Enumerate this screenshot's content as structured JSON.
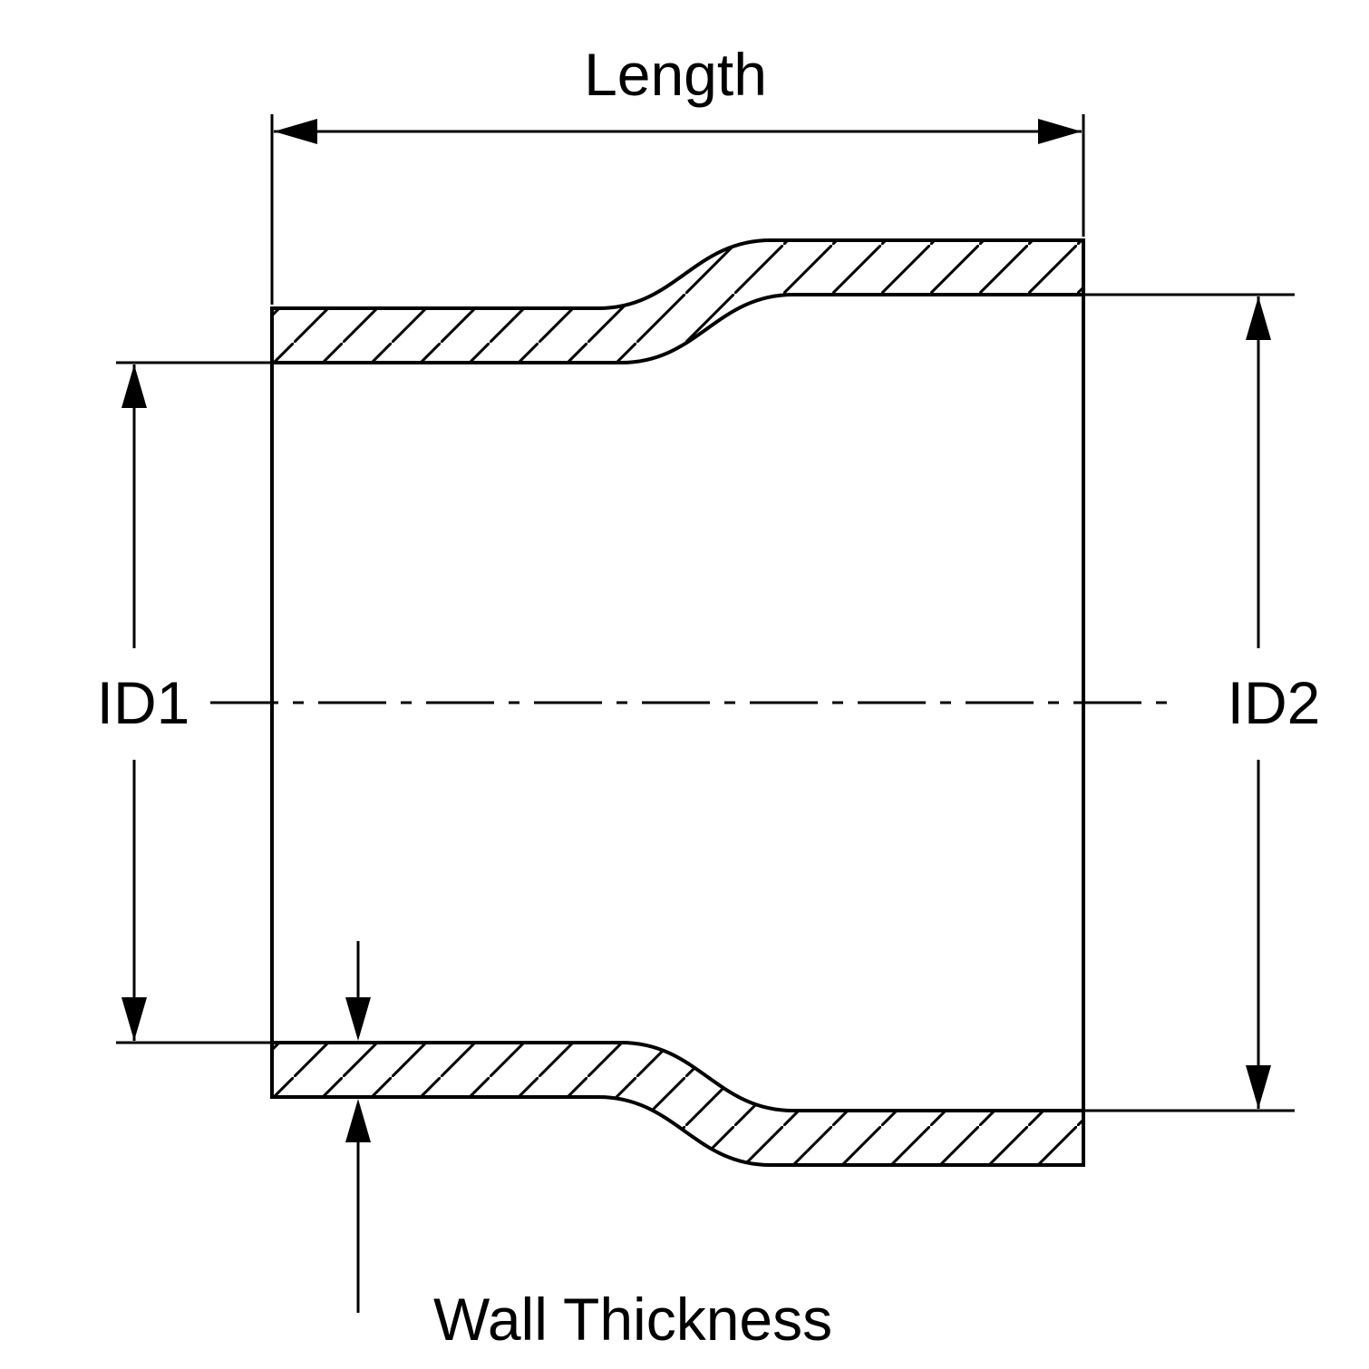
{
  "diagram": {
    "title": "reducer-coupler-dimension-diagram",
    "labels": {
      "length": "Length",
      "id1": "ID1",
      "id2": "ID2",
      "wall_thickness": "Wall Thickness"
    },
    "colors": {
      "line": "#000000",
      "background": "#ffffff"
    }
  }
}
